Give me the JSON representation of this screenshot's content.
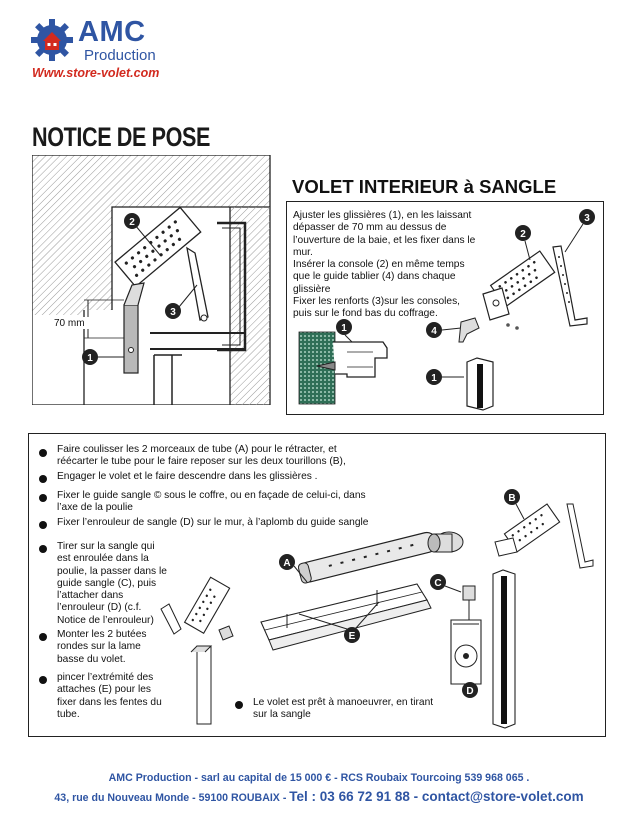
{
  "header": {
    "brand": "AMC",
    "brand_sub": "Production",
    "website": "Www.store-volet.com"
  },
  "document_title": "NOTICE DE POSE",
  "top_diagram": {
    "dimension_label": "70 mm",
    "callouts": [
      "2",
      "3",
      "1"
    ]
  },
  "info": {
    "title": "VOLET INTERIEUR à SANGLE",
    "lines": [
      "Ajuster les glissières (1), en les laissant",
      "dépasser de 70 mm au dessus de",
      "l’ouverture de la baie, et les fixer dans le",
      "mur.",
      "Insérer la console (2) en même temps",
      "que le guide tablier (4) dans chaque",
      "glissière",
      "Fixer les renforts (3)sur les consoles,",
      "puis sur le fond bas du coffrage."
    ],
    "callouts": [
      "3",
      "2",
      "1",
      "4",
      "1"
    ]
  },
  "steps": [
    {
      "lines": [
        "Faire coulisser les 2 morceaux de tube (A)  pour le rétracter, et",
        "réécarter le tube pour le faire reposer sur les deux tourillons (B),"
      ]
    },
    {
      "lines": [
        "Engager le volet et le faire descendre dans les glissières ."
      ]
    },
    {
      "lines": [
        "Fixer le guide sangle © sous le coffre, ou en façade de celui-ci, dans",
        "l’axe de la poulie"
      ]
    },
    {
      "lines": [
        "Fixer l’enrouleur de sangle (D) sur le mur, à l’aplomb du guide sangle"
      ]
    },
    {
      "lines": [
        "Tirer sur la sangle qui",
        "est enroulée dans la",
        "poulie, la passer dans le",
        "guide sangle (C), puis",
        "l’attacher dans",
        "l’enrouleur (D) (c.f.",
        "Notice de l’enrouleur)"
      ]
    },
    {
      "lines": [
        "Monter les 2 butées",
        "rondes sur la lame",
        "basse du volet."
      ]
    },
    {
      "lines": [
        "pincer l’extrémité des",
        "attaches (E) pour les",
        "fixer dans les fentes du",
        "tube."
      ]
    },
    {
      "lines": [
        "Le volet est prêt à manoeuvrer, en tirant",
        "sur la sangle"
      ]
    }
  ],
  "bottom_callouts": [
    "A",
    "B",
    "C",
    "E",
    "D"
  ],
  "footer": {
    "line1": "AMC Production - sarl au capital de 15 000 € - RCS Roubaix Tourcoing 539 968 065 .",
    "address": "43, rue du Nouveau Monde - 59100 ROUBAIX - ",
    "tel": "Tel : 03 66 72 91 88 - contact@store-volet.com"
  },
  "colors": {
    "brand_blue": "#2f55a3",
    "website_red": "#d22a1f",
    "wall_hatch": "#9a9a9a",
    "wall_green": "#2f6f57"
  }
}
